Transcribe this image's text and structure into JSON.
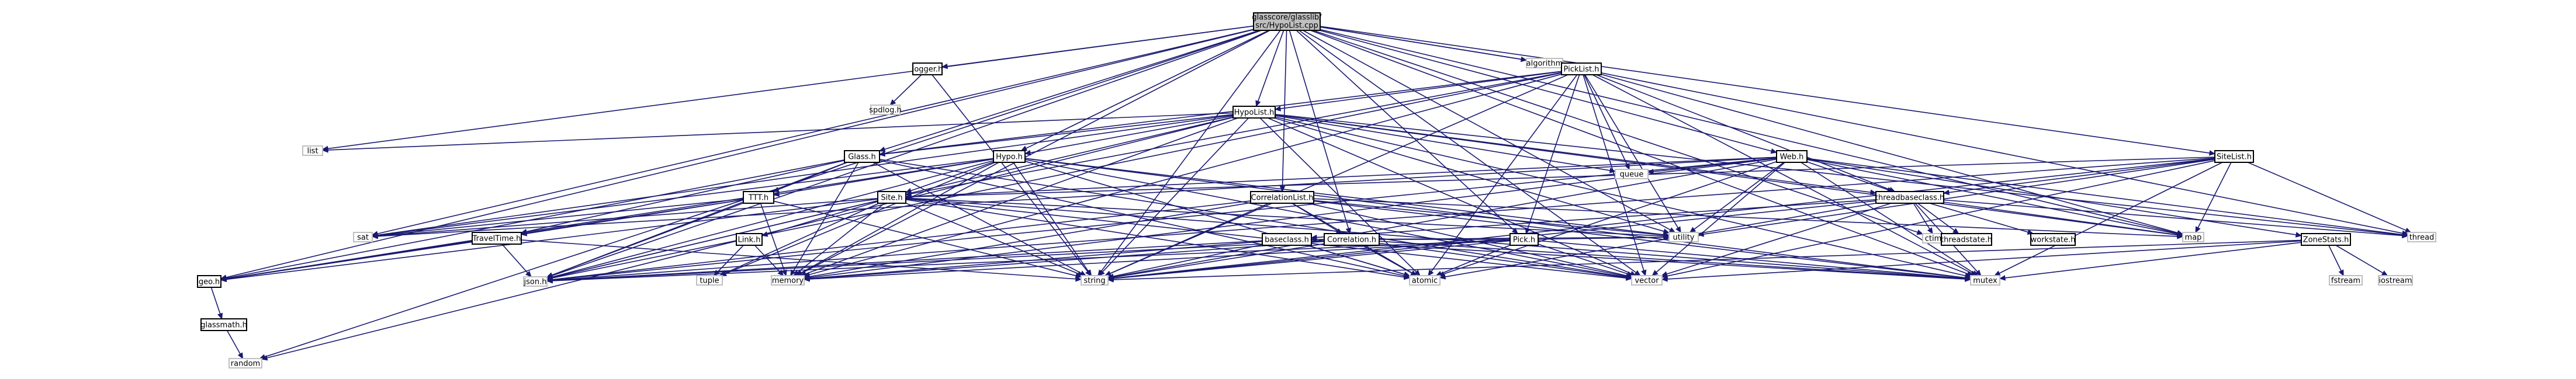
{
  "graph": {
    "nodes": [
      {
        "id": "root",
        "label": "glasscore/glasslib/src/HypoList.cpp",
        "kind": "root"
      },
      {
        "id": "logger",
        "label": "logger.h",
        "kind": "doc"
      },
      {
        "id": "algorithm",
        "label": "algorithm",
        "kind": "sys"
      },
      {
        "id": "picklist",
        "label": "PickList.h",
        "kind": "doc"
      },
      {
        "id": "spdlog",
        "label": "spdlog.h",
        "kind": "sys"
      },
      {
        "id": "hypolist",
        "label": "HypoList.h",
        "kind": "doc"
      },
      {
        "id": "list",
        "label": "list",
        "kind": "sys"
      },
      {
        "id": "glass",
        "label": "Glass.h",
        "kind": "doc"
      },
      {
        "id": "hypo",
        "label": "Hypo.h",
        "kind": "doc"
      },
      {
        "id": "web",
        "label": "Web.h",
        "kind": "doc"
      },
      {
        "id": "sitelist",
        "label": "SiteList.h",
        "kind": "doc"
      },
      {
        "id": "ttt",
        "label": "TTT.h",
        "kind": "doc"
      },
      {
        "id": "site",
        "label": "Site.h",
        "kind": "doc"
      },
      {
        "id": "correlationlist",
        "label": "CorrelationList.h",
        "kind": "doc"
      },
      {
        "id": "threadbaseclass",
        "label": "threadbaseclass.h",
        "kind": "doc"
      },
      {
        "id": "queue",
        "label": "queue",
        "kind": "sys"
      },
      {
        "id": "utility",
        "label": "utility",
        "kind": "sys"
      },
      {
        "id": "ctime",
        "label": "ctime",
        "kind": "sys"
      },
      {
        "id": "map",
        "label": "map",
        "kind": "sys"
      },
      {
        "id": "thread",
        "label": "thread",
        "kind": "sys"
      },
      {
        "id": "threadstate",
        "label": "threadstate.h",
        "kind": "doc"
      },
      {
        "id": "workstate",
        "label": "workstate.h",
        "kind": "doc"
      },
      {
        "id": "zonestats",
        "label": "ZoneStats.h",
        "kind": "doc"
      },
      {
        "id": "sat",
        "label": "sat",
        "kind": "sys"
      },
      {
        "id": "traveltime",
        "label": "TravelTime.h",
        "kind": "doc"
      },
      {
        "id": "link",
        "label": "Link.h",
        "kind": "doc"
      },
      {
        "id": "baseclass",
        "label": "baseclass.h",
        "kind": "doc"
      },
      {
        "id": "correlation",
        "label": "Correlation.h",
        "kind": "doc"
      },
      {
        "id": "pick",
        "label": "Pick.h",
        "kind": "doc"
      },
      {
        "id": "geo",
        "label": "geo.h",
        "kind": "doc"
      },
      {
        "id": "json",
        "label": "json.h",
        "kind": "sys"
      },
      {
        "id": "memory",
        "label": "memory",
        "kind": "sys"
      },
      {
        "id": "tuple",
        "label": "tuple",
        "kind": "sys"
      },
      {
        "id": "string",
        "label": "string",
        "kind": "sys"
      },
      {
        "id": "atomic",
        "label": "atomic",
        "kind": "sys"
      },
      {
        "id": "vector",
        "label": "vector",
        "kind": "sys"
      },
      {
        "id": "mutex",
        "label": "mutex",
        "kind": "sys"
      },
      {
        "id": "fstream",
        "label": "fstream",
        "kind": "sys"
      },
      {
        "id": "iostream",
        "label": "iostream",
        "kind": "sys"
      },
      {
        "id": "glassmath",
        "label": "glassmath.h",
        "kind": "doc"
      },
      {
        "id": "random",
        "label": "random",
        "kind": "sys"
      }
    ],
    "edges": [
      [
        "root",
        "logger"
      ],
      [
        "root",
        "algorithm"
      ],
      [
        "root",
        "picklist"
      ],
      [
        "root",
        "hypolist"
      ],
      [
        "root",
        "glass"
      ],
      [
        "root",
        "hypo"
      ],
      [
        "root",
        "web"
      ],
      [
        "root",
        "sitelist"
      ],
      [
        "root",
        "correlationlist"
      ],
      [
        "root",
        "pick"
      ],
      [
        "root",
        "correlation"
      ],
      [
        "root",
        "list"
      ],
      [
        "root",
        "string"
      ],
      [
        "root",
        "vector"
      ],
      [
        "root",
        "mutex"
      ],
      [
        "root",
        "memory"
      ],
      [
        "root",
        "json"
      ],
      [
        "root",
        "geo"
      ],
      [
        "root",
        "sat"
      ],
      [
        "root",
        "utility"
      ],
      [
        "root",
        "map"
      ],
      [
        "root",
        "ctime"
      ],
      [
        "root",
        "random"
      ],
      [
        "logger",
        "spdlog"
      ],
      [
        "logger",
        "string"
      ],
      [
        "picklist",
        "hypolist"
      ],
      [
        "picklist",
        "glass"
      ],
      [
        "picklist",
        "queue"
      ],
      [
        "picklist",
        "utility"
      ],
      [
        "picklist",
        "threadbaseclass"
      ],
      [
        "picklist",
        "pick"
      ],
      [
        "picklist",
        "site"
      ],
      [
        "picklist",
        "json"
      ],
      [
        "picklist",
        "string"
      ],
      [
        "picklist",
        "vector"
      ],
      [
        "picklist",
        "mutex"
      ],
      [
        "picklist",
        "memory"
      ],
      [
        "picklist",
        "map"
      ],
      [
        "picklist",
        "thread"
      ],
      [
        "picklist",
        "atomic"
      ],
      [
        "hypolist",
        "glass"
      ],
      [
        "hypolist",
        "hypo"
      ],
      [
        "hypolist",
        "list"
      ],
      [
        "hypolist",
        "queue"
      ],
      [
        "hypolist",
        "threadbaseclass"
      ],
      [
        "hypolist",
        "utility"
      ],
      [
        "hypolist",
        "json"
      ],
      [
        "hypolist",
        "string"
      ],
      [
        "hypolist",
        "vector"
      ],
      [
        "hypolist",
        "mutex"
      ],
      [
        "hypolist",
        "memory"
      ],
      [
        "hypolist",
        "map"
      ],
      [
        "hypolist",
        "thread"
      ],
      [
        "hypolist",
        "atomic"
      ],
      [
        "hypolist",
        "sat"
      ],
      [
        "hypolist",
        "random"
      ],
      [
        "glass",
        "ttt"
      ],
      [
        "glass",
        "traveltime"
      ],
      [
        "glass",
        "json"
      ],
      [
        "glass",
        "string"
      ],
      [
        "glass",
        "memory"
      ],
      [
        "glass",
        "vector"
      ],
      [
        "glass",
        "atomic"
      ],
      [
        "glass",
        "geo"
      ],
      [
        "hypo",
        "ttt"
      ],
      [
        "hypo",
        "site"
      ],
      [
        "hypo",
        "json"
      ],
      [
        "hypo",
        "string"
      ],
      [
        "hypo",
        "memory"
      ],
      [
        "hypo",
        "vector"
      ],
      [
        "hypo",
        "mutex"
      ],
      [
        "hypo",
        "atomic"
      ],
      [
        "hypo",
        "utility"
      ],
      [
        "hypo",
        "tuple"
      ],
      [
        "hypo",
        "sat"
      ],
      [
        "hypo",
        "geo"
      ],
      [
        "web",
        "threadbaseclass"
      ],
      [
        "web",
        "site"
      ],
      [
        "web",
        "queue"
      ],
      [
        "web",
        "utility"
      ],
      [
        "web",
        "json"
      ],
      [
        "web",
        "string"
      ],
      [
        "web",
        "vector"
      ],
      [
        "web",
        "mutex"
      ],
      [
        "web",
        "memory"
      ],
      [
        "web",
        "map"
      ],
      [
        "web",
        "thread"
      ],
      [
        "web",
        "atomic"
      ],
      [
        "web",
        "zonestats"
      ],
      [
        "web",
        "sat"
      ],
      [
        "sitelist",
        "site"
      ],
      [
        "sitelist",
        "threadbaseclass"
      ],
      [
        "sitelist",
        "json"
      ],
      [
        "sitelist",
        "string"
      ],
      [
        "sitelist",
        "vector"
      ],
      [
        "sitelist",
        "mutex"
      ],
      [
        "sitelist",
        "map"
      ],
      [
        "sitelist",
        "thread"
      ],
      [
        "sitelist",
        "utility"
      ],
      [
        "ttt",
        "traveltime"
      ],
      [
        "ttt",
        "geo"
      ],
      [
        "ttt",
        "json"
      ],
      [
        "ttt",
        "memory"
      ],
      [
        "ttt",
        "string"
      ],
      [
        "ttt",
        "sat"
      ],
      [
        "site",
        "link"
      ],
      [
        "site",
        "geo"
      ],
      [
        "site",
        "json"
      ],
      [
        "site",
        "memory"
      ],
      [
        "site",
        "string"
      ],
      [
        "site",
        "vector"
      ],
      [
        "site",
        "mutex"
      ],
      [
        "site",
        "atomic"
      ],
      [
        "site",
        "utility"
      ],
      [
        "site",
        "tuple"
      ],
      [
        "site",
        "sat"
      ],
      [
        "correlationlist",
        "correlation"
      ],
      [
        "correlationlist",
        "json"
      ],
      [
        "correlationlist",
        "string"
      ],
      [
        "correlationlist",
        "memory"
      ],
      [
        "correlationlist",
        "vector"
      ],
      [
        "correlationlist",
        "mutex"
      ],
      [
        "correlationlist",
        "map"
      ],
      [
        "correlationlist",
        "utility"
      ],
      [
        "correlationlist",
        "atomic"
      ],
      [
        "threadbaseclass",
        "threadstate"
      ],
      [
        "threadbaseclass",
        "workstate"
      ],
      [
        "threadbaseclass",
        "baseclass"
      ],
      [
        "threadbaseclass",
        "ctime"
      ],
      [
        "threadbaseclass",
        "thread"
      ],
      [
        "threadbaseclass",
        "mutex"
      ],
      [
        "threadbaseclass",
        "vector"
      ],
      [
        "threadbaseclass",
        "string"
      ],
      [
        "threadbaseclass",
        "atomic"
      ],
      [
        "threadbaseclass",
        "map"
      ],
      [
        "zonestats",
        "fstream"
      ],
      [
        "zonestats",
        "iostream"
      ],
      [
        "zonestats",
        "string"
      ],
      [
        "zonestats",
        "vector"
      ],
      [
        "zonestats",
        "mutex"
      ],
      [
        "traveltime",
        "geo"
      ],
      [
        "traveltime",
        "json"
      ],
      [
        "traveltime",
        "string"
      ],
      [
        "link",
        "tuple"
      ],
      [
        "link",
        "memory"
      ],
      [
        "baseclass",
        "json"
      ],
      [
        "baseclass",
        "memory"
      ],
      [
        "baseclass",
        "string"
      ],
      [
        "baseclass",
        "mutex"
      ],
      [
        "baseclass",
        "atomic"
      ],
      [
        "correlation",
        "json"
      ],
      [
        "correlation",
        "memory"
      ],
      [
        "correlation",
        "string"
      ],
      [
        "correlation",
        "vector"
      ],
      [
        "correlation",
        "mutex"
      ],
      [
        "correlation",
        "atomic"
      ],
      [
        "correlation",
        "utility"
      ],
      [
        "pick",
        "json"
      ],
      [
        "pick",
        "memory"
      ],
      [
        "pick",
        "string"
      ],
      [
        "pick",
        "vector"
      ],
      [
        "pick",
        "mutex"
      ],
      [
        "pick",
        "atomic"
      ],
      [
        "pick",
        "utility"
      ],
      [
        "pick",
        "baseclass"
      ],
      [
        "geo",
        "glassmath"
      ],
      [
        "glassmath",
        "random"
      ]
    ]
  }
}
